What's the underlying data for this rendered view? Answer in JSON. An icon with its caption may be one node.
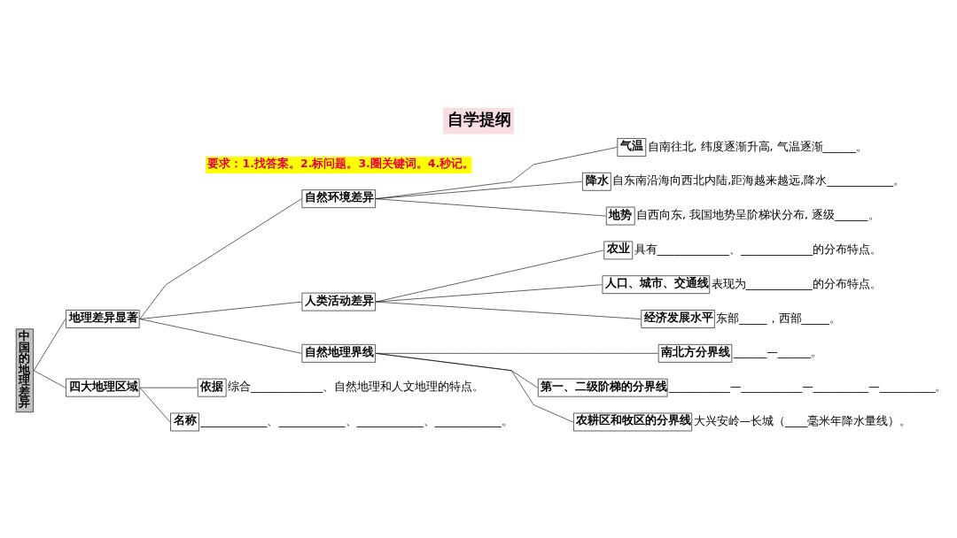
{
  "diagram": {
    "title": "自学提纲",
    "nodes": [
      {
        "text": [
          "中国的地理差异"
        ]
      },
      {
        "text": [
          "地理差异显著"
        ]
      },
      {
        "text": [
          "自然环境差异"
        ]
      },
      {
        "text": [
          "气温"
        ],
        "beside": [
          "自南往北, 纬度逐渐升高, 气温逐渐______。"
        ]
      },
      {
        "text": [
          "降水"
        ],
        "beside": [
          "自东南沿海向西北内陆,距海越来越远,降水____________。"
        ]
      },
      {
        "text": [
          "地势"
        ],
        "beside": [
          "自西向东, 我国地势呈阶梯状分布, 逐级______。"
        ]
      },
      {
        "text": [
          "人类活动差异"
        ]
      },
      {
        "text": [
          "农业"
        ],
        "beside": [
          "具有_____________、_____________的分布特点。"
        ]
      },
      {
        "text": [
          "人口、城市、交通线"
        ],
        "beside": [
          "表现为____________的分布特点。"
        ]
      },
      {
        "text": [
          "经济发展水平"
        ],
        "beside": [
          "东部_____，西部_____。"
        ]
      },
      {
        "text": [
          "自然地理界线"
        ]
      },
      {
        "text": [
          "南北方分界线"
        ],
        "beside": [
          "______—______。"
        ]
      },
      {
        "text": [
          "第一、二级阶梯的分界线"
        ],
        "beside": [
          "___________—___________—__________—__________。"
        ]
      },
      {
        "text": [
          "农耕区和牧区的分界线"
        ],
        "beside": [
          "大兴安岭—长城（____毫米年降水量线）。"
        ]
      },
      {
        "text": [
          "四大地理区域"
        ]
      },
      {
        "text": [
          "依据"
        ],
        "beside": [
          "综合_____________、自然地理和人文地理的特点。"
        ]
      },
      {
        "text": [
          "名称"
        ],
        "beside": [
          "____________、____________、____________、____________。"
        ]
      }
    ],
    "edges": [
      {
        "from": 0,
        "to": 1,
        "arrow": "none"
      },
      {
        "from": 1,
        "to": 2,
        "arrow": "none"
      },
      {
        "from": 2,
        "to": 3,
        "arrow": "none"
      },
      {
        "from": 2,
        "to": 4,
        "arrow": "none"
      },
      {
        "from": 2,
        "to": 5,
        "arrow": "none"
      },
      {
        "from": 1,
        "to": 6,
        "arrow": "none"
      },
      {
        "from": 6,
        "to": 7,
        "arrow": "none"
      },
      {
        "from": 6,
        "to": 8,
        "arrow": "none"
      },
      {
        "from": 6,
        "to": 9,
        "arrow": "none"
      },
      {
        "from": 1,
        "to": 10,
        "arrow": "none"
      },
      {
        "from": 10,
        "to": 11,
        "arrow": "none"
      },
      {
        "from": 10,
        "to": 12,
        "arrow": "none"
      },
      {
        "from": 10,
        "to": 13,
        "arrow": "none"
      },
      {
        "from": 0,
        "to": 14,
        "arrow": "none"
      },
      {
        "from": 14,
        "to": 15,
        "arrow": "none"
      },
      {
        "from": 14,
        "to": 16,
        "arrow": "none"
      }
    ],
    "labels": [
      "要求：1.找答案。2.标问题。3.圈关键词。4.秒记。"
    ]
  }
}
